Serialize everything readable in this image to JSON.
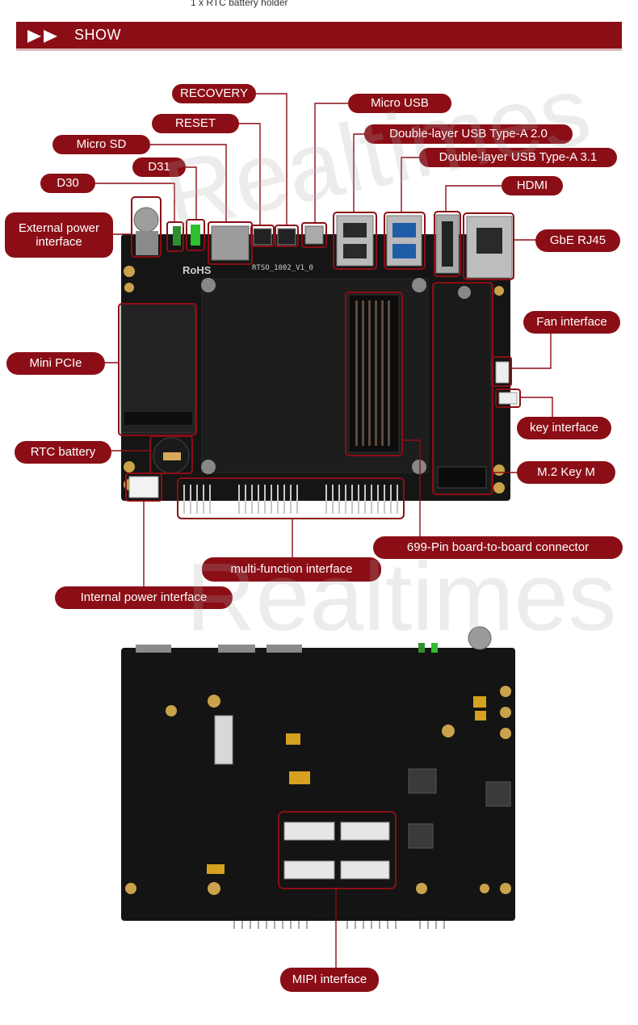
{
  "header": {
    "top_caption": "1 x RTC battery holder",
    "section_title": "SHOW"
  },
  "watermark": "Realtimes",
  "top_board": {
    "silkscreen_rohs": "RoHS",
    "silkscreen_model": "RTSO_1002_V1_0",
    "labels": {
      "recovery": "RECOVERY",
      "micro_usb": "Micro USB",
      "reset": "RESET",
      "usb2": "Double-layer USB Type-A 2.0",
      "micro_sd": "Micro SD",
      "usb3": "Double-layer USB Type-A 3.1",
      "d31": "D31",
      "d30": "D30",
      "hdmi": "HDMI",
      "external_power": "External power interface",
      "gbe": "GbE RJ45",
      "fan": "Fan interface",
      "mini_pcie": "Mini PCIe",
      "key_interface": "key interface",
      "rtc_battery": "RTC battery",
      "m2": "M.2 Key M",
      "b2b": "699-Pin board-to-board connector",
      "multi_function": "multi-function interface",
      "internal_power": "Internal power interface"
    }
  },
  "bottom_board": {
    "labels": {
      "mipi": "MIPI  interface"
    }
  },
  "colors": {
    "brand_red": "#8b0e16",
    "pcb": "#141414"
  }
}
